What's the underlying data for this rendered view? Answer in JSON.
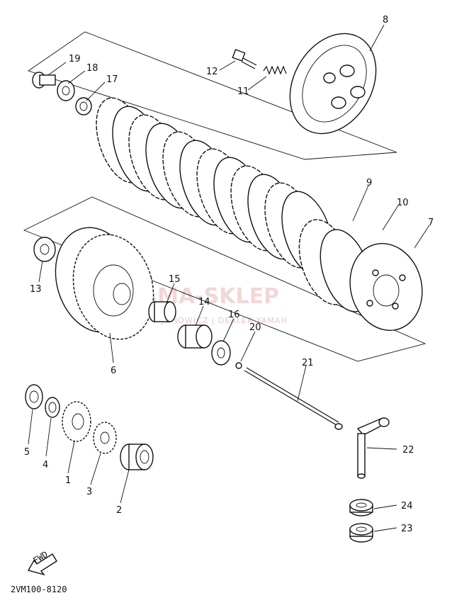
{
  "diagram": {
    "code": "2VM100-8120",
    "fwd_label": "FWD",
    "watermark": "YAMA-SKLEP",
    "watermark_sub": "JOHOWICZ | DEALER YAMAH"
  },
  "callouts": [
    {
      "id": "c1",
      "text": "1"
    },
    {
      "id": "c2",
      "text": "2"
    },
    {
      "id": "c3",
      "text": "3"
    },
    {
      "id": "c4",
      "text": "4"
    },
    {
      "id": "c5",
      "text": "5"
    },
    {
      "id": "c6",
      "text": "6"
    },
    {
      "id": "c7",
      "text": "7"
    },
    {
      "id": "c8",
      "text": "8"
    },
    {
      "id": "c9",
      "text": "9"
    },
    {
      "id": "c10",
      "text": "10"
    },
    {
      "id": "c11",
      "text": "11"
    },
    {
      "id": "c12",
      "text": "12"
    },
    {
      "id": "c13",
      "text": "13"
    },
    {
      "id": "c14",
      "text": "14"
    },
    {
      "id": "c15",
      "text": "15"
    },
    {
      "id": "c16",
      "text": "16"
    },
    {
      "id": "c17",
      "text": "17"
    },
    {
      "id": "c18",
      "text": "18"
    },
    {
      "id": "c19",
      "text": "19"
    },
    {
      "id": "c20",
      "text": "20"
    },
    {
      "id": "c21",
      "text": "21"
    },
    {
      "id": "c22",
      "text": "22"
    },
    {
      "id": "c23",
      "text": "23"
    },
    {
      "id": "c24",
      "text": "24"
    }
  ]
}
